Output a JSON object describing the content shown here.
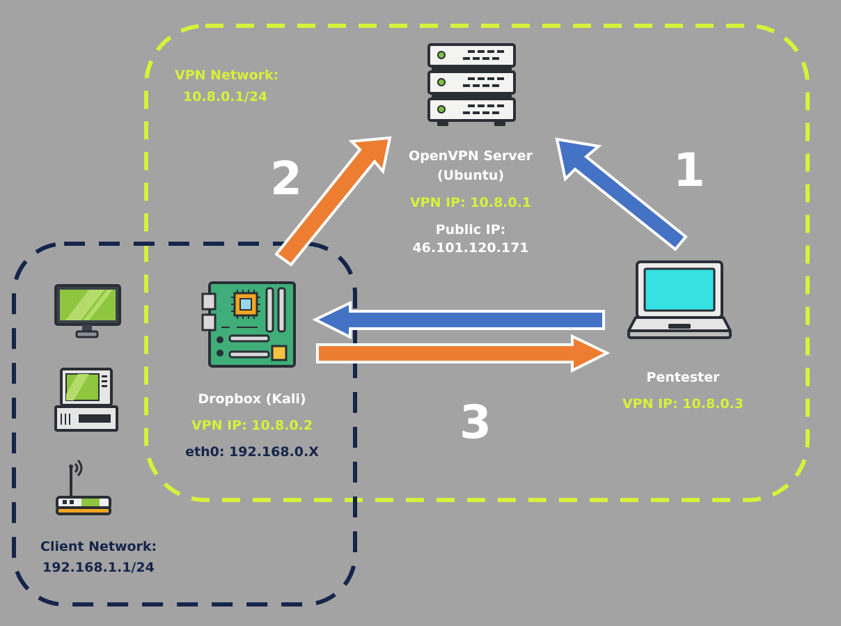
{
  "networks": {
    "vpn": {
      "title": "VPN Network:",
      "subnet": "10.8.0.1/24",
      "color": "#d6f23a"
    },
    "client": {
      "title": "Client Network:",
      "subnet": "192.168.1.1/24",
      "color": "#16254a"
    }
  },
  "nodes": {
    "server": {
      "icon": "server-rack-icon",
      "name_line1": "OpenVPN Server",
      "name_line2": "(Ubuntu)",
      "vpn_ip": "VPN IP: 10.8.0.1",
      "public_ip_label": "Public IP:",
      "public_ip": "46.101.120.171"
    },
    "dropbox": {
      "icon": "motherboard-icon",
      "name": "Dropbox (Kali)",
      "vpn_ip": "VPN IP: 10.8.0.2",
      "eth0": "eth0: 192.168.0.X"
    },
    "pentester": {
      "icon": "laptop-icon",
      "name": "Pentester",
      "vpn_ip": "VPN IP: 10.8.0.3"
    },
    "client_devices": [
      "monitor-icon",
      "desktop-computer-icon",
      "wifi-router-icon"
    ]
  },
  "steps": [
    {
      "label": "1",
      "color": "#4472c4"
    },
    {
      "label": "2",
      "color": "#ed7d31"
    },
    {
      "label": "3",
      "color": "#ed7d31"
    }
  ]
}
